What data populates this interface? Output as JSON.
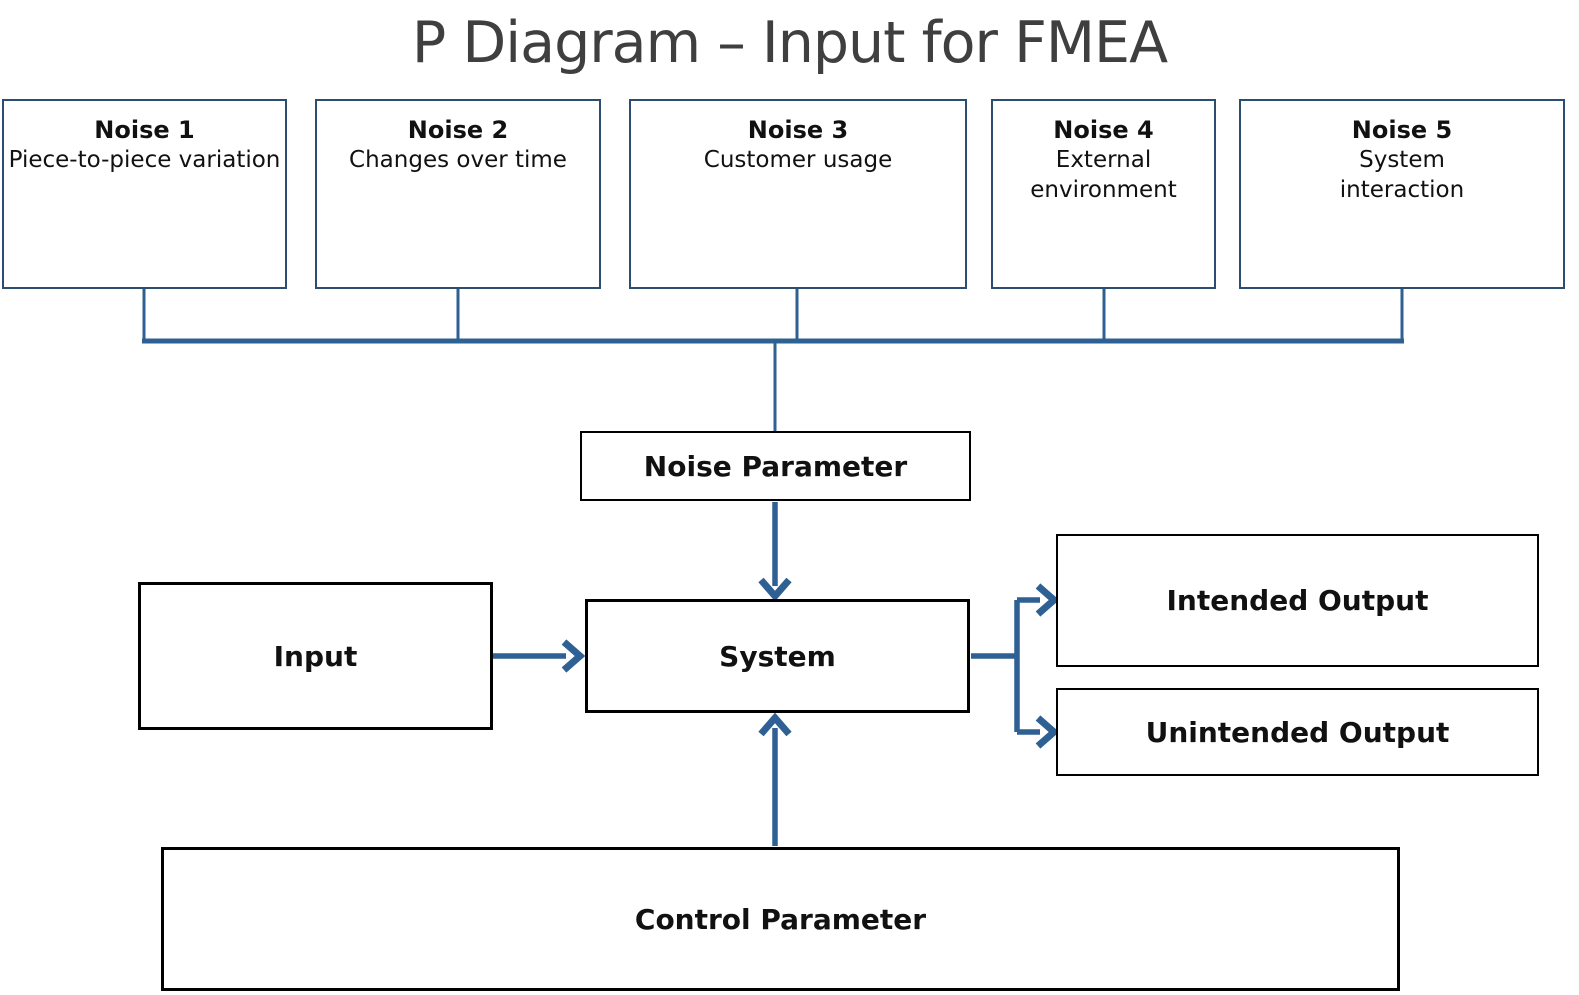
{
  "title": "P Diagram – Input for FMEA",
  "noise_boxes": [
    {
      "heading": "Noise 1",
      "description": "Piece-to-piece variation"
    },
    {
      "heading": "Noise 2",
      "description": "Changes over time"
    },
    {
      "heading": "Noise 3",
      "description": "Customer usage"
    },
    {
      "heading": "Noise 4",
      "description": "External environment"
    },
    {
      "heading": "Noise 5",
      "description": "System interaction"
    }
  ],
  "nodes": {
    "noise_parameter": "Noise Parameter",
    "input": "Input",
    "system": "System",
    "intended_output": "Intended Output",
    "unintended_output": "Unintended Output",
    "control_parameter": "Control Parameter"
  },
  "colors": {
    "connector": "#2E6093",
    "noise_border": "#2B4E70",
    "node_border": "#000000",
    "title_color": "#3F3F3F",
    "text_color": "#111111"
  }
}
